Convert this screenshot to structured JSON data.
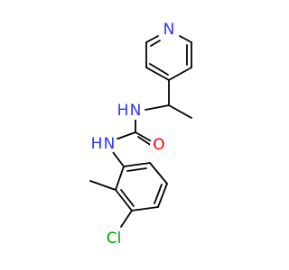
{
  "molecule": {
    "atoms": {
      "pyridine_n": {
        "symbol": "N",
        "color": "#3333ff"
      },
      "amide_nh_top": {
        "symbol": "N",
        "h": "H",
        "color": "#3333ff"
      },
      "amide_nh_bottom": {
        "symbol": "N",
        "h": "H",
        "color": "#3333ff"
      },
      "carbonyl_o": {
        "symbol": "O",
        "color": "#ff0000"
      },
      "chlorine": {
        "symbol": "Cl",
        "color": "#00aa00"
      }
    },
    "bond_color": "#000000"
  }
}
